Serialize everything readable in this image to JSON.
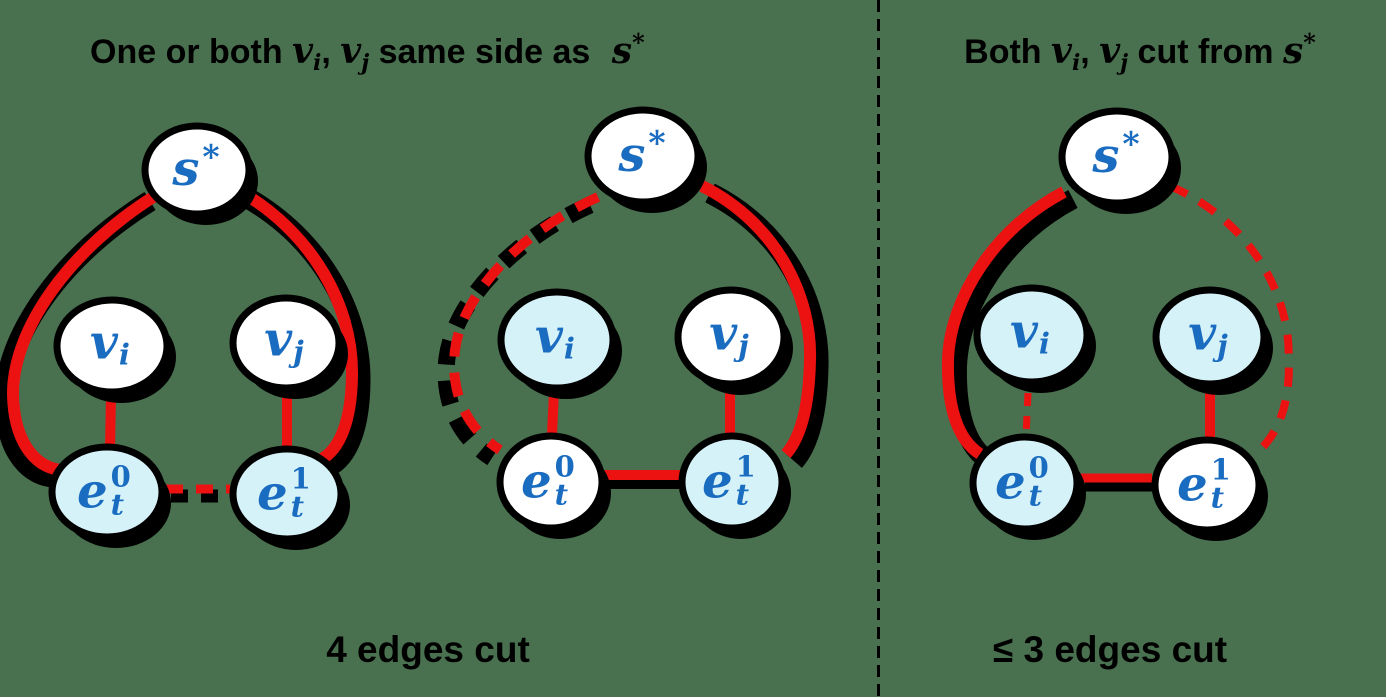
{
  "colors": {
    "background": "#49714F",
    "edge_red": "#ED1212",
    "node_fill_white": "#FFFFFF",
    "node_fill_cyan": "#D6F2F9",
    "outline_black": "#000000",
    "label_blue": "#1A6CC0",
    "text_black": "#000000"
  },
  "left_section": {
    "title": {
      "p1": "One or both ",
      "v1": "v",
      "v1sub": "i",
      "sep": ", ",
      "v2": "v",
      "v2sub": "j",
      "p2": " same side as ",
      "s": "s",
      "ssup": "*"
    },
    "caption": "4 edges cut"
  },
  "right_section": {
    "title": {
      "p1": "Both ",
      "v1": "v",
      "v1sub": "i",
      "sep": ", ",
      "v2": "v",
      "v2sub": "j",
      "p2": " cut from ",
      "s": "s",
      "ssup": "*"
    },
    "caption": "≤ 3 edges cut"
  },
  "node_labels": {
    "s_star": {
      "base": "s",
      "sup": "*"
    },
    "v_i": {
      "base": "v",
      "sub": "i"
    },
    "v_j": {
      "base": "v",
      "sub": "j"
    },
    "e_t_0": {
      "base": "e",
      "sub": "t",
      "sup": "0"
    },
    "e_t_1": {
      "base": "e",
      "sub": "t",
      "sup": "1"
    }
  }
}
